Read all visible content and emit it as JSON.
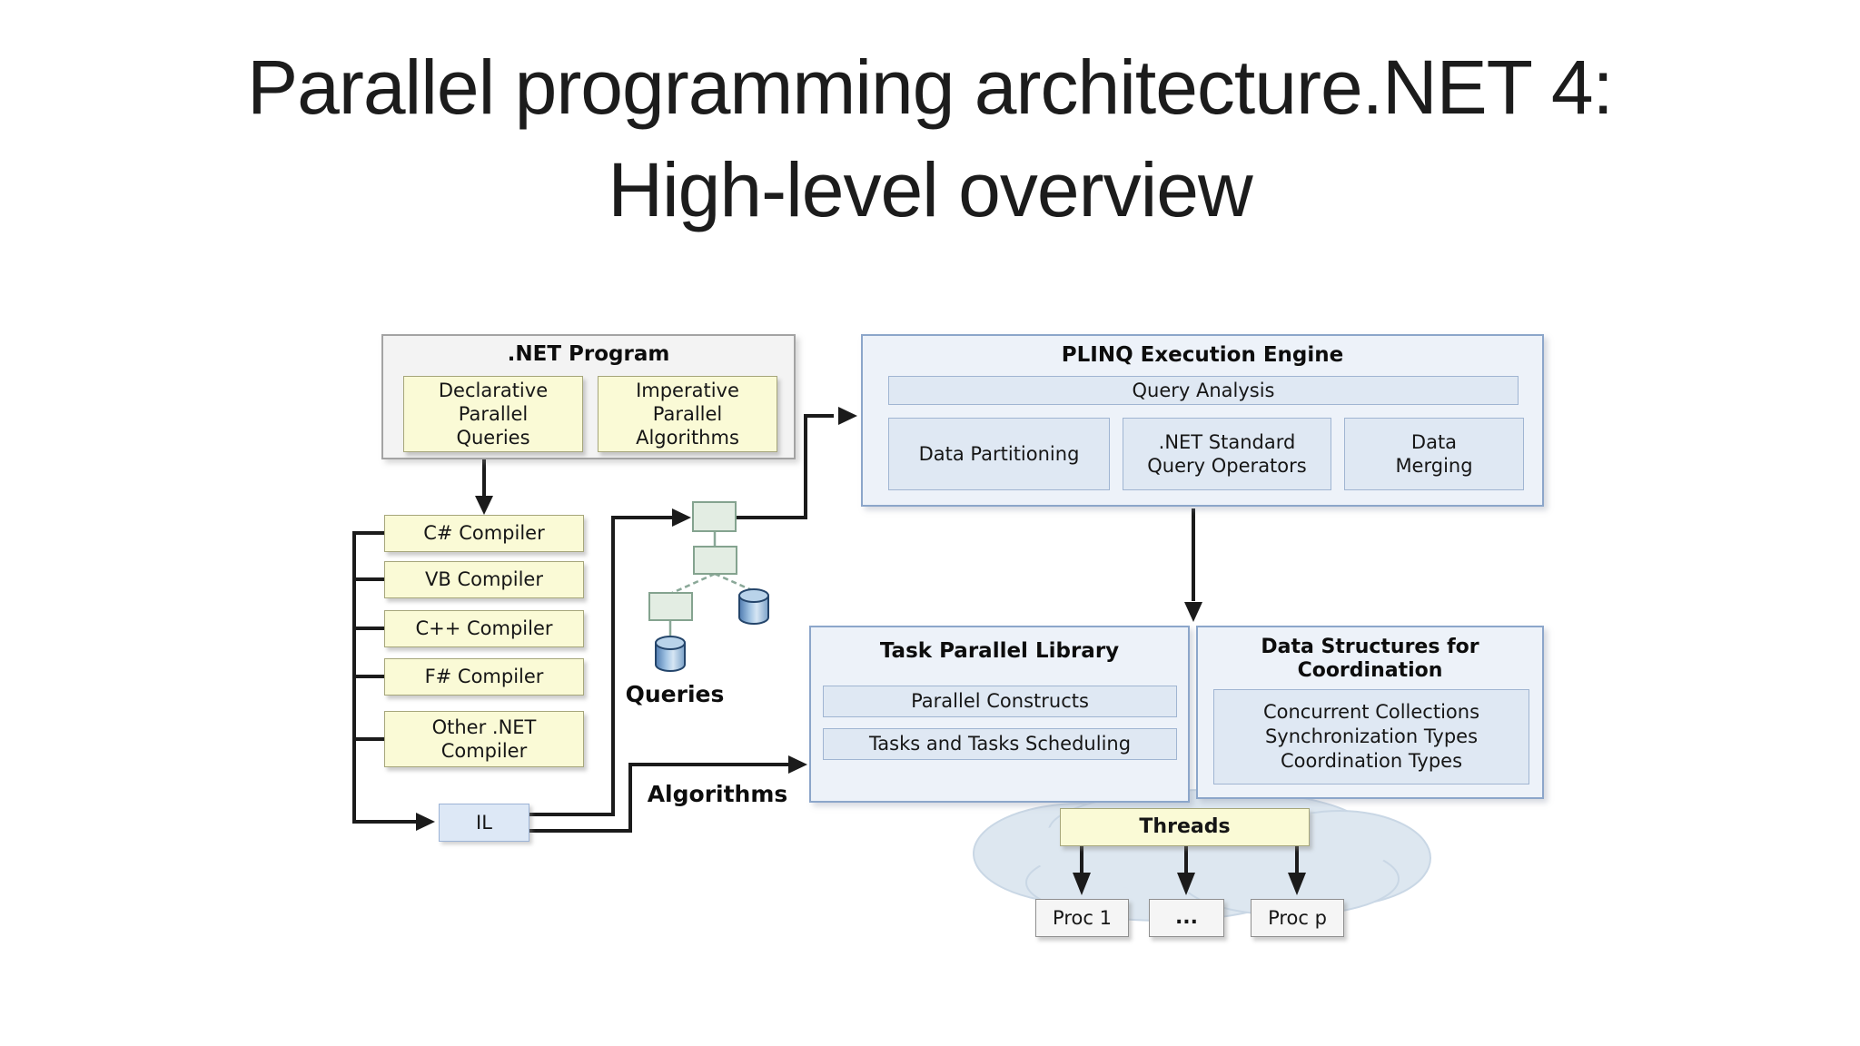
{
  "title": "Parallel programming architecture.NET 4:\nHigh-level overview",
  "net_program": {
    "title": ".NET Program",
    "declarative": "Declarative\nParallel\nQueries",
    "imperative": "Imperative\nParallel\nAlgorithms"
  },
  "plinq": {
    "title": "PLINQ Execution Engine",
    "query_analysis": "Query Analysis",
    "data_partitioning": "Data Partitioning",
    "query_operators": ".NET Standard\nQuery Operators",
    "data_merging": "Data\nMerging"
  },
  "compilers": {
    "csharp": "C# Compiler",
    "vb": "VB Compiler",
    "cpp": "C++ Compiler",
    "fsharp": "F# Compiler",
    "other": "Other .NET\nCompiler",
    "il": "IL"
  },
  "flow_labels": {
    "queries": "Queries",
    "algorithms": "Algorithms"
  },
  "tpl": {
    "title": "Task Parallel Library",
    "parallel_constructs": "Parallel Constructs",
    "tasks_scheduling": "Tasks and Tasks Scheduling"
  },
  "data_structures": {
    "title": "Data Structures for\nCoordination",
    "items": "Concurrent Collections\nSynchronization Types\nCoordination Types"
  },
  "execution": {
    "threads": "Threads",
    "proc_1": "Proc 1",
    "proc_dots": "...",
    "proc_p": "Proc p"
  },
  "colors": {
    "yellow_box": "#fafad6",
    "yellow_border": "#a6a67b",
    "blue_container": "#edf2f9",
    "blue_container_border": "#8ca6ca",
    "blue_inner": "#dfe8f3",
    "gray_container": "#f3f3f3",
    "tree_node_green": "#e3ede3",
    "cloud_blue": "#dde7f0",
    "line_black": "#1b1b1b"
  }
}
